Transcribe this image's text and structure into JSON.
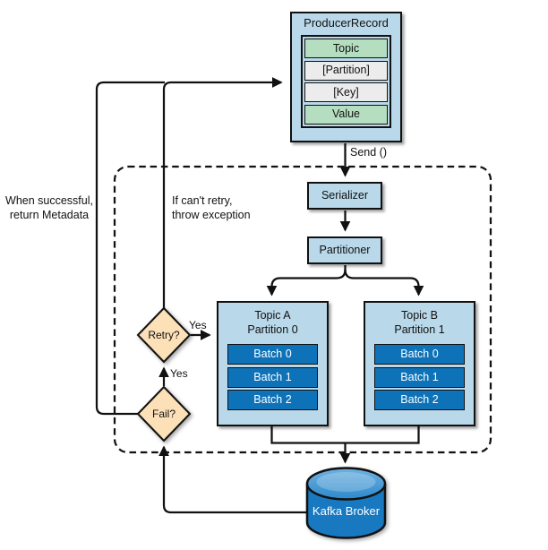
{
  "producer_record": {
    "title": "ProducerRecord",
    "rows": [
      {
        "label": "Topic",
        "tone": "green"
      },
      {
        "label": "[Partition]",
        "tone": "gray"
      },
      {
        "label": "[Key]",
        "tone": "gray"
      },
      {
        "label": "Value",
        "tone": "green"
      }
    ]
  },
  "nodes": {
    "serializer": "Serializer",
    "partitioner": "Partitioner",
    "retry_decision": "Retry?",
    "fail_decision": "Fail?",
    "broker": "Kafka Broker"
  },
  "partitions": [
    {
      "title": "Topic A\nPartition 0",
      "batches": [
        "Batch 0",
        "Batch 1",
        "Batch 2"
      ]
    },
    {
      "title": "Topic B\nPartition 1",
      "batches": [
        "Batch 0",
        "Batch 1",
        "Batch 2"
      ]
    }
  ],
  "labels": {
    "send": "Send ()",
    "when_successful": "When successful,\nreturn Metadata",
    "cant_retry": "If can't retry,\nthrow exception",
    "yes_retry": "Yes",
    "yes_fail": "Yes"
  },
  "colors": {
    "node_fill": "#b9d8ea",
    "row_green": "#b5dec0",
    "row_gray": "#ececec",
    "batch_blue": "#0e72b8",
    "diamond_peach": "#fbe0b8",
    "broker_body": "#1878c0",
    "broker_top_light": "#63a9db",
    "broker_top_dark": "#2f89cb",
    "line": "#111111"
  }
}
